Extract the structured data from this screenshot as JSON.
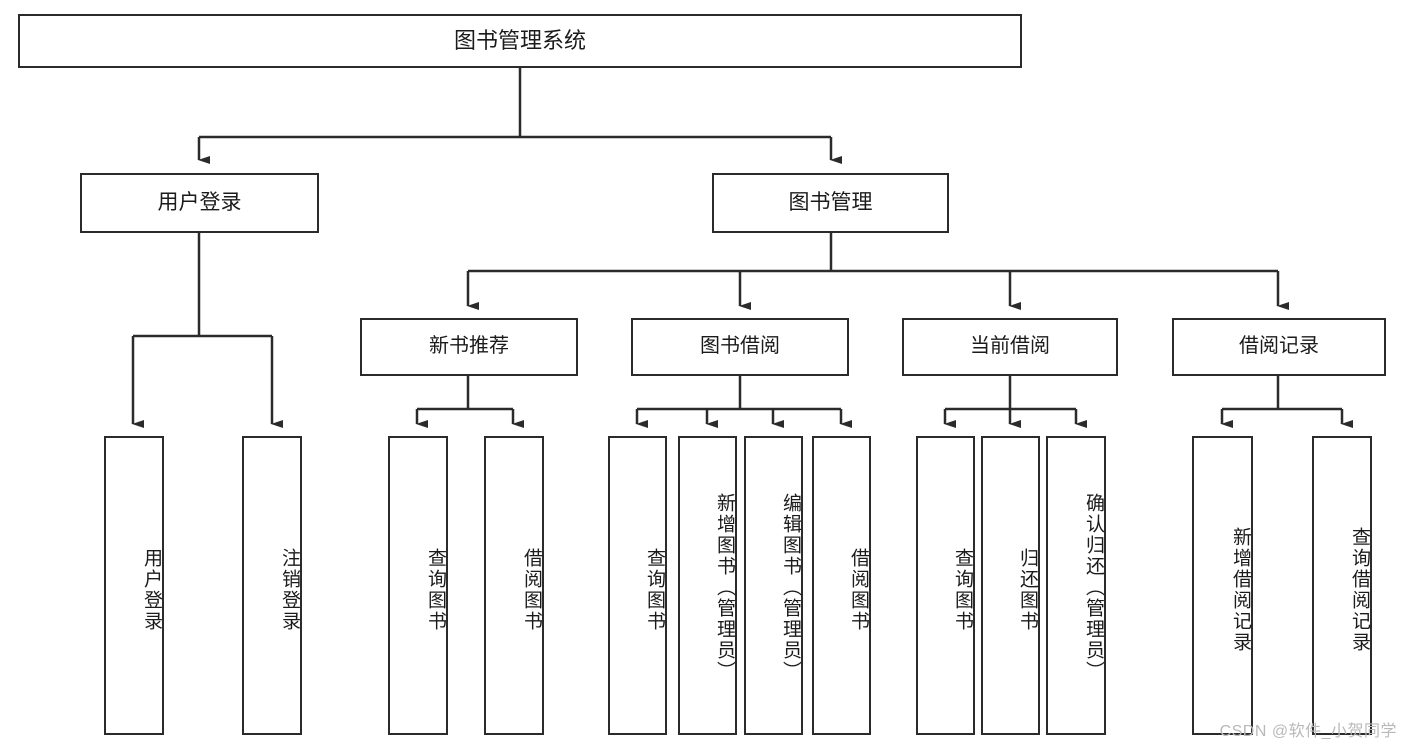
{
  "diagram": {
    "title": "图书管理系统",
    "type": "tree",
    "colors": {
      "box_border": "#2b2b2b",
      "box_fill": "#ffffff",
      "connector": "#2b2b2b",
      "text": "#1b1b1b",
      "watermark": "#b9b9b9"
    },
    "root": {
      "label": "图书管理系统"
    },
    "level1": [
      {
        "label": "用户登录"
      },
      {
        "label": "图书管理"
      }
    ],
    "level2": [
      {
        "label": "新书推荐"
      },
      {
        "label": "图书借阅"
      },
      {
        "label": "当前借阅"
      },
      {
        "label": "借阅记录"
      }
    ],
    "leaves": {
      "user_login": [
        {
          "label": "用户登录"
        },
        {
          "label": "注销登录"
        }
      ],
      "new_book_recommend": [
        {
          "label": "查询图书"
        },
        {
          "label": "借阅图书"
        }
      ],
      "book_borrow": [
        {
          "label": "查询图书"
        },
        {
          "label": "新增图书（管理员）"
        },
        {
          "label": "编辑图书（管理员）"
        },
        {
          "label": "借阅图书"
        }
      ],
      "current_borrow": [
        {
          "label": "查询图书"
        },
        {
          "label": "归还图书"
        },
        {
          "label": "确认归还（管理员）"
        }
      ],
      "borrow_records": [
        {
          "label": "新增借阅记录"
        },
        {
          "label": "查询借阅记录"
        }
      ]
    }
  },
  "watermark": {
    "text": "CSDN @软件_小贺同学"
  }
}
